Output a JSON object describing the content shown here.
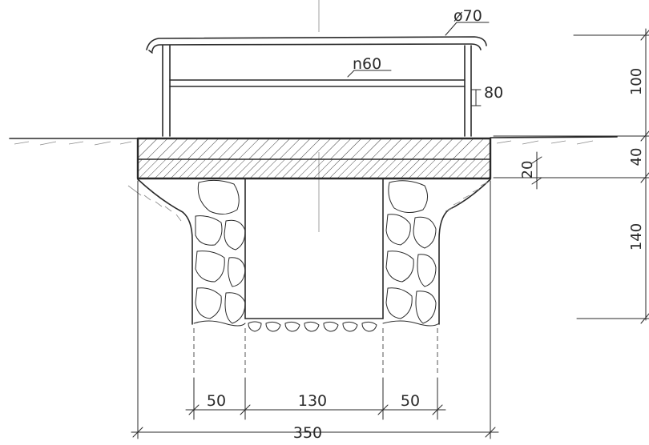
{
  "annotations": {
    "rail_diameter": "ø70",
    "middle_rail": "n60",
    "post_profile": "80"
  },
  "dimensions_horizontal": {
    "left_footing": "50",
    "core": "130",
    "right_footing": "50",
    "total": "350"
  },
  "dimensions_vertical": {
    "railing_height": "100",
    "slab_thickness": "40",
    "top_layer": "20",
    "foundation_depth": "140"
  },
  "colors": {
    "ink": "#2a2a2a",
    "paper": "#ffffff"
  }
}
